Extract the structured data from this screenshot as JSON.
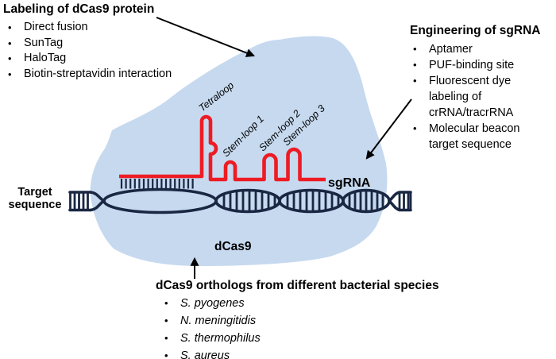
{
  "labeling_block": {
    "heading": "Labeling of dCas9 protein",
    "items": [
      "Direct fusion",
      "SunTag",
      "HaloTag",
      "Biotin-streptavidin interaction"
    ]
  },
  "engineering_block": {
    "heading": "Engineering of sgRNA",
    "items": [
      "Aptamer",
      "PUF-binding site",
      "Fluorescent dye labeling of crRNA/tracrRNA",
      "Molecular beacon target sequence"
    ]
  },
  "orthologs_block": {
    "heading": "dCas9 orthologs from different bacterial species",
    "items": [
      "S. pyogenes",
      "N. meningitidis",
      "S. thermophilus",
      "S. aureus"
    ]
  },
  "diagram_labels": {
    "target_sequence": "Target sequence",
    "sgrna": "sgRNA",
    "dcas9": "dCas9",
    "tetraloop": "Tetraloop",
    "stem_loop_1": "Stem-loop 1",
    "stem_loop_2": "Stem-loop 2",
    "stem_loop_3": "Stem-loop 3"
  },
  "colors": {
    "dcas9_blob": "#c6d9ef",
    "sgrna_red": "#ed1c24",
    "dna_navy": "#1a2742",
    "text": "#000000",
    "background": "#ffffff"
  }
}
